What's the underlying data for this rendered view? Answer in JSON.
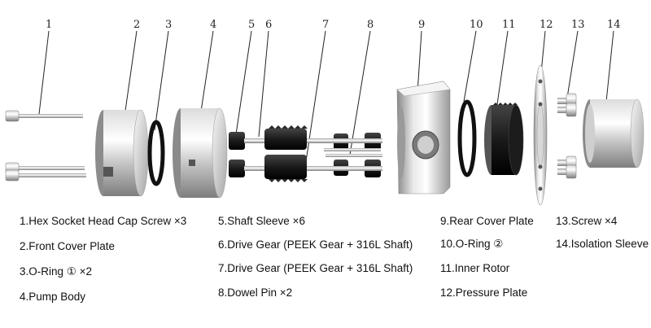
{
  "callouts": [
    "1",
    "2",
    "3",
    "4",
    "5",
    "6",
    "7",
    "8",
    "9",
    "10",
    "11",
    "12",
    "13",
    "14"
  ],
  "legend": [
    "1.Hex Socket Head Cap Screw ×3",
    "2.Front Cover Plate",
    "3.O-Ring ① ×2",
    "4.Pump Body",
    "5.Shaft Sleeve ×6",
    "6.Drive Gear (PEEK Gear + 316L Shaft)",
    "7.Drive Gear (PEEK Gear + 316L Shaft)",
    "8.Dowel Pin ×2",
    "9.Rear Cover Plate",
    "10.O-Ring ②",
    "11.Inner Rotor",
    "12.Pressure Plate",
    "13.Screw ×4",
    "14.Isolation Sleeve"
  ],
  "colors": {
    "metal_light": "#f2f2f2",
    "metal_mid": "#b8b8b8",
    "metal_dark": "#6e6e6e",
    "rubber": "#111111",
    "gear": "#2a2a2a"
  }
}
